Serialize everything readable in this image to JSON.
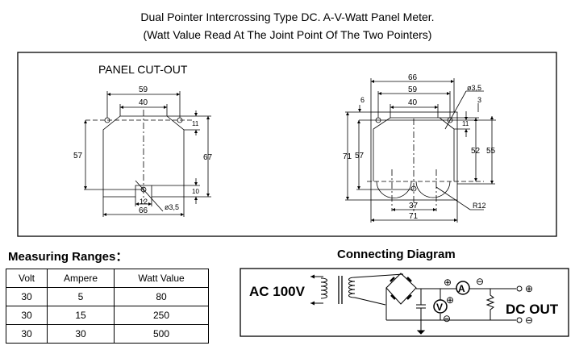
{
  "title": {
    "line1": "Dual Pointer Intercrossing Type DC. A-V-Watt Panel Meter.",
    "line2": "(Watt Value Read At The Joint Point Of The Two Pointers)"
  },
  "cutout": {
    "label": "PANEL CUT-OUT",
    "dims": {
      "d59": "59",
      "d40": "40",
      "d57": "57",
      "d67": "67",
      "d11": "11",
      "d10": "10",
      "d12": "12",
      "d66": "66",
      "hole": "ø3,5"
    }
  },
  "outline": {
    "dims": {
      "d66": "66",
      "d59": "59",
      "d40": "40",
      "d6": "6",
      "d3": "3",
      "hole": "ø3,5",
      "d71l": "71",
      "d57": "57",
      "d11": "11",
      "d52": "52",
      "d55": "55",
      "r12": "R12",
      "d37": "37",
      "d71b": "71"
    }
  },
  "ranges": {
    "heading": "Measuring Ranges：",
    "headers": [
      "Volt",
      "Ampere",
      "Watt Value"
    ],
    "rows": [
      [
        "30",
        "5",
        "80"
      ],
      [
        "30",
        "15",
        "250"
      ],
      [
        "30",
        "30",
        "500"
      ]
    ]
  },
  "diagram": {
    "heading": "Connecting Diagram",
    "ac": "AC 100V",
    "dc": "DC OUT",
    "ammeter": "A",
    "voltmeter": "V",
    "plus": "⊕",
    "minus": "⊖"
  }
}
